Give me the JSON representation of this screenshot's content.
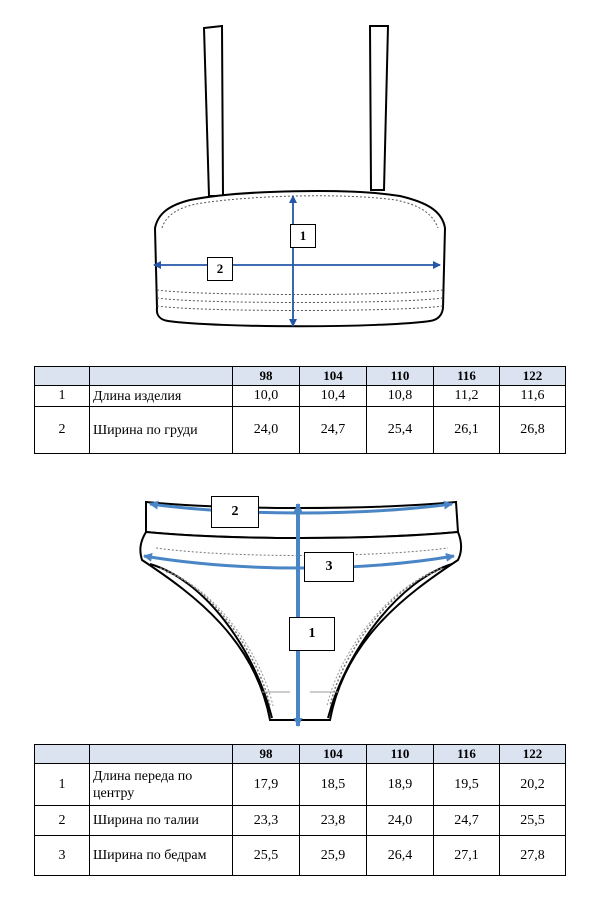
{
  "top": {
    "measure_labels": [
      "1",
      "2"
    ],
    "table": {
      "headers": [
        "",
        "",
        "98",
        "104",
        "110",
        "116",
        "122"
      ],
      "rows": [
        {
          "num": "1",
          "name": "Длина изделия",
          "values": [
            "10,0",
            "10,4",
            "10,8",
            "11,2",
            "11,6"
          ]
        },
        {
          "num": "2",
          "name": "Ширина по груди",
          "values": [
            "24,0",
            "24,7",
            "25,4",
            "26,1",
            "26,8"
          ]
        }
      ]
    }
  },
  "bottom": {
    "measure_labels": [
      "1",
      "2",
      "3"
    ],
    "table": {
      "headers": [
        "",
        "",
        "98",
        "104",
        "110",
        "116",
        "122"
      ],
      "rows": [
        {
          "num": "1",
          "name": "Длина переда по центру",
          "values": [
            "17,9",
            "18,5",
            "18,9",
            "19,5",
            "20,2"
          ]
        },
        {
          "num": "2",
          "name": "Ширина по талии",
          "values": [
            "23,3",
            "23,8",
            "24,0",
            "24,7",
            "25,5"
          ]
        },
        {
          "num": "3",
          "name": "Ширина по бедрам",
          "values": [
            "25,5",
            "25,9",
            "26,4",
            "27,1",
            "27,8"
          ]
        }
      ]
    }
  },
  "colors": {
    "top_arrows": "#2457a8",
    "bottom_arrows": "#4a86c5",
    "table_header": "#dbe3f1"
  }
}
